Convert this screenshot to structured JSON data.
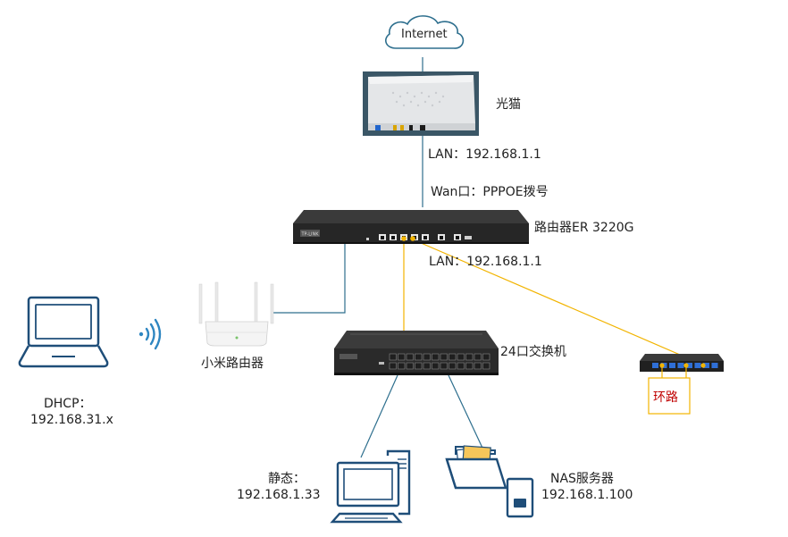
{
  "labels": {
    "internet": "Internet",
    "modem": "光猫",
    "modem_lan": "LAN：192.168.1.1",
    "wan": "Wan口：PPPOE拨号",
    "router": "路由器ER 3220G",
    "router_lan": "LAN：192.168.1.1",
    "xiaomi": "小米路由器",
    "switch24": "24口交换机",
    "loop": "环路",
    "dhcp_line1": "DHCP：",
    "dhcp_line2": "192.168.31.x",
    "static_line1": "静态：",
    "static_line2": "192.168.1.33",
    "nas_line1": "NAS服务器",
    "nas_line2": "192.168.1.100",
    "brand": "TP-LINK"
  },
  "colors": {
    "link": "#2e6f8e",
    "loop_link": "#f2b400",
    "icon_blue": "#1f4e79",
    "device_dark": "#2b2b2b",
    "port_blue": "#2f6fd6",
    "loop_text": "#c00000",
    "loop_box": "#f2b400"
  },
  "icons": [
    "cloud-icon",
    "modem-image",
    "router-image",
    "wireless-router-image",
    "wifi-icon",
    "laptop-icon",
    "switch-image",
    "small-switch-image",
    "desktop-icon",
    "nas-folder-icon"
  ]
}
